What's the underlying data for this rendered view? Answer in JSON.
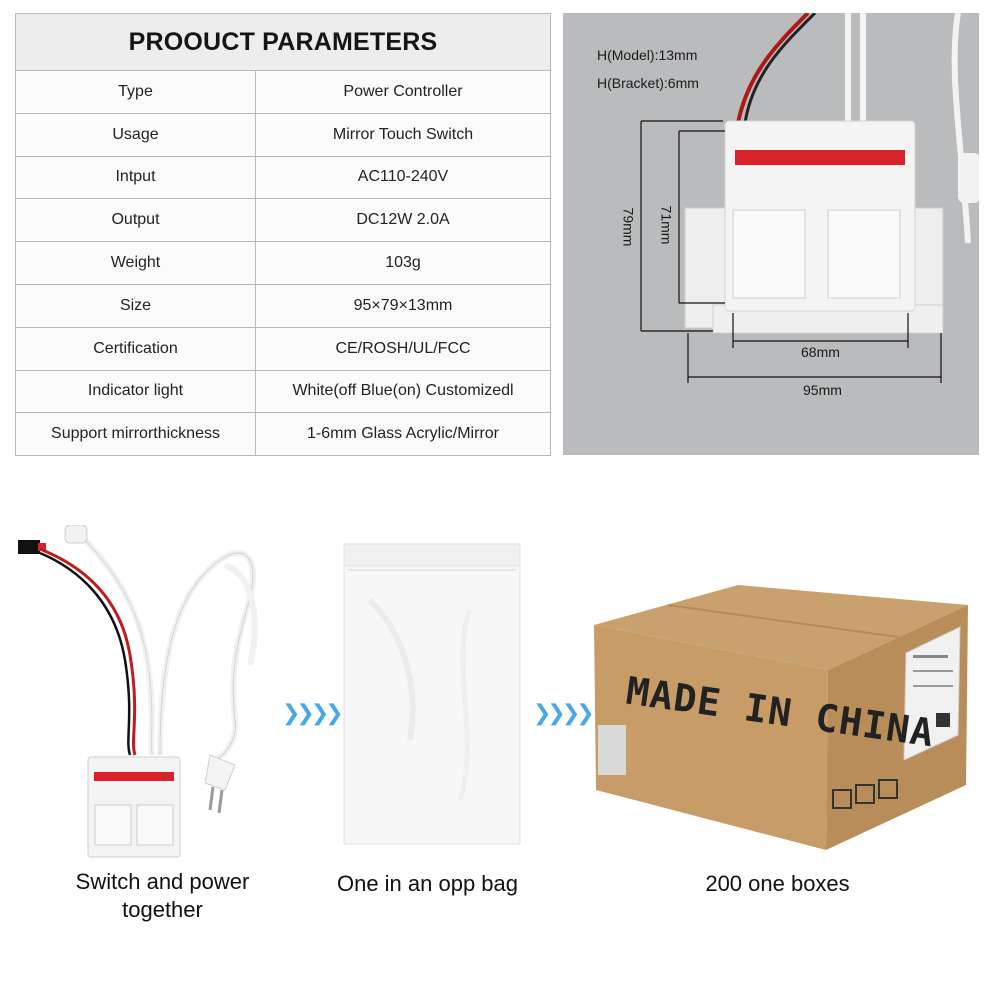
{
  "params_table": {
    "title": "PROOUCT PARAMETERS",
    "rows": [
      {
        "key": "Type",
        "value": "Power Controller"
      },
      {
        "key": "Usage",
        "value": "Mirror Touch Switch"
      },
      {
        "key": "Intput",
        "value": "AC110-240V"
      },
      {
        "key": "Output",
        "value": "DC12W 2.0A"
      },
      {
        "key": "Weight",
        "value": "103g"
      },
      {
        "key": "Size",
        "value": "95×79×13mm"
      },
      {
        "key": "Certification",
        "value": "CE/ROSH/UL/FCC"
      },
      {
        "key": "Indicator light",
        "value": "White(off Blue(on) Customizedl"
      },
      {
        "key": "Support mirrorthickness",
        "value": "1-6mm Glass Acrylic/Mirror"
      }
    ]
  },
  "dimensions": {
    "height_model": "H(Model):13mm",
    "height_bracket": "H(Bracket):6mm",
    "total_height": "79mm",
    "body_height": "71mm",
    "body_width": "68mm",
    "total_width": "95mm"
  },
  "packaging": {
    "step1_caption": "Switch and power together",
    "step2_caption": "One in an opp bag",
    "step3_caption": "200 one boxes",
    "box_print": "MADE IN CHINA",
    "arrow_glyph": "❯❯❯❯"
  },
  "colors": {
    "accent_arrows": "#4aa7e8",
    "red_strip": "#d8232a",
    "cardboard": "#c9a16e"
  }
}
